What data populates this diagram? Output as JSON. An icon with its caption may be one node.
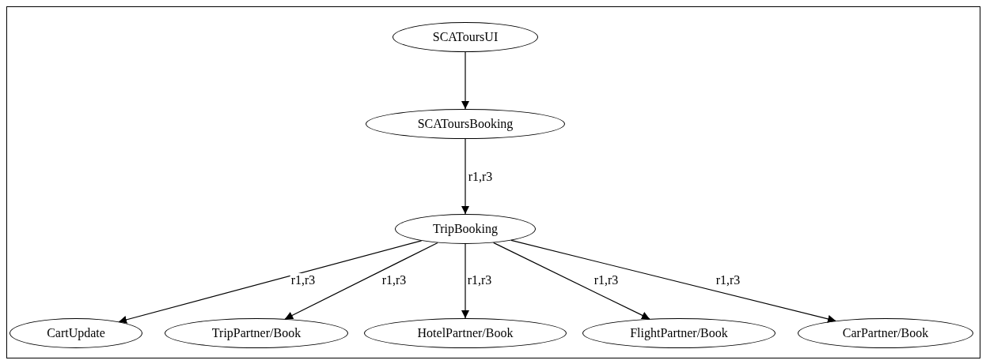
{
  "diagram": {
    "nodes": [
      {
        "text": [
          "SCAToursUI"
        ]
      },
      {
        "text": [
          "SCAToursBooking"
        ]
      },
      {
        "text": [
          "TripBooking"
        ]
      },
      {
        "text": [
          "CartUpdate"
        ]
      },
      {
        "text": [
          "TripPartner/Book"
        ]
      },
      {
        "text": [
          "HotelPartner/Book"
        ]
      },
      {
        "text": [
          "FlightPartner/Book"
        ]
      },
      {
        "text": [
          "CarPartner/Book"
        ]
      }
    ],
    "edges": [
      {
        "from": 0,
        "to": 1,
        "arrow": "to"
      },
      {
        "from": 1,
        "to": 2,
        "arrow": "to",
        "label": "r1,r3"
      },
      {
        "from": 2,
        "to": 3,
        "arrow": "to",
        "label": "r1,r3"
      },
      {
        "from": 2,
        "to": 4,
        "arrow": "to",
        "label": "r1,r3"
      },
      {
        "from": 2,
        "to": 5,
        "arrow": "to",
        "label": "r1,r3"
      },
      {
        "from": 2,
        "to": 6,
        "arrow": "to",
        "label": "r1,r3"
      },
      {
        "from": 2,
        "to": 7,
        "arrow": "to",
        "label": "r1,r3"
      }
    ]
  }
}
